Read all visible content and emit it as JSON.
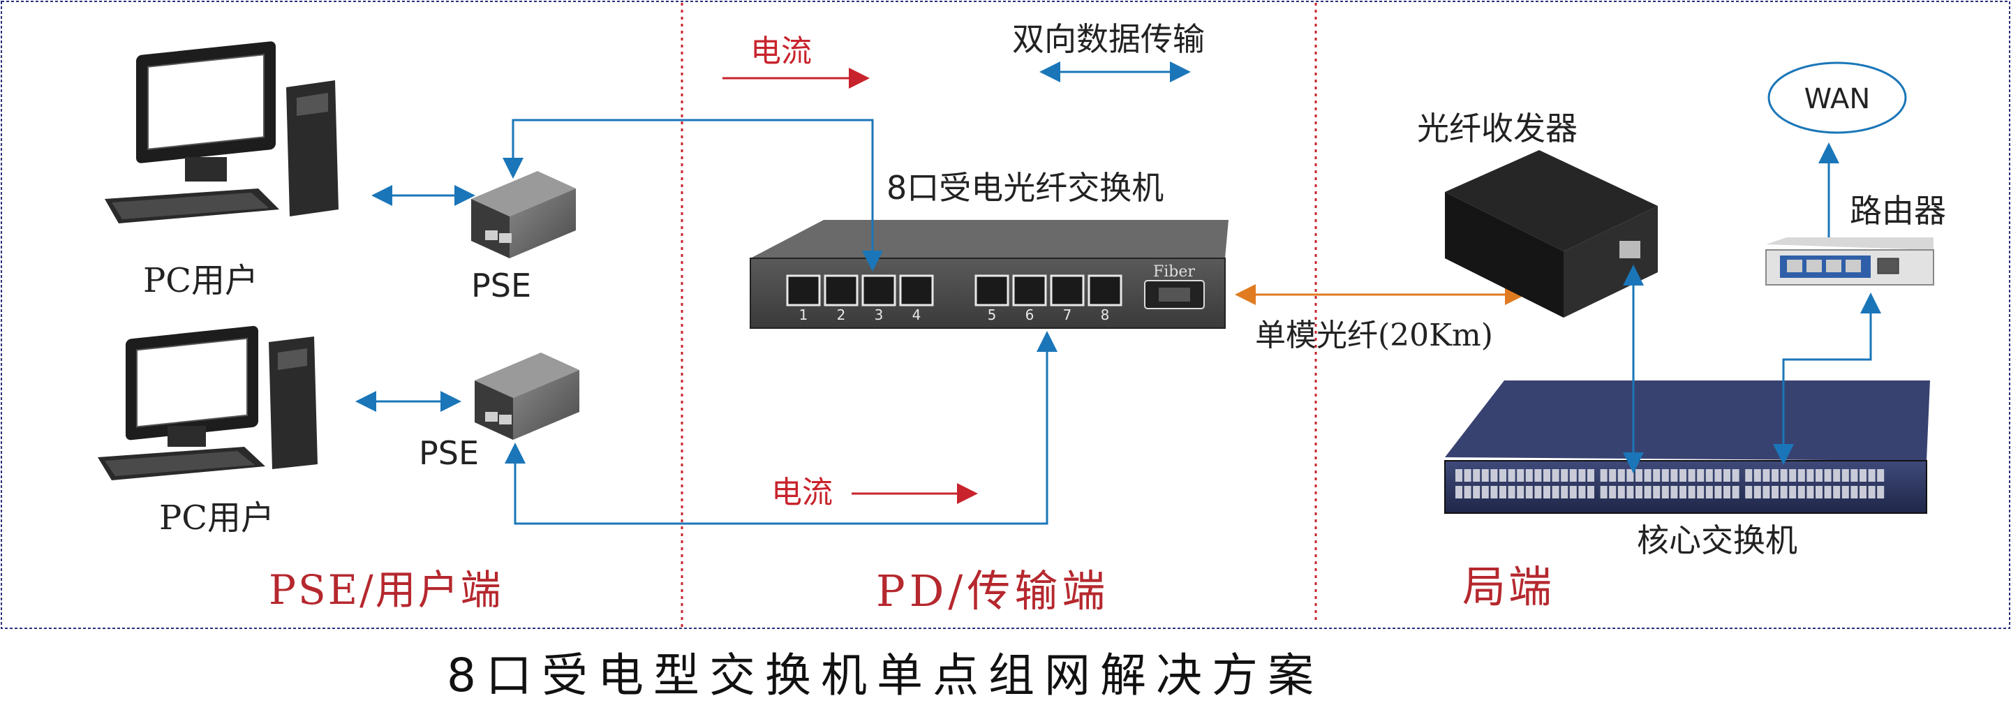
{
  "title": "8口受电型交换机单点组网解决方案",
  "zones": {
    "left": "PSE/用户端",
    "middle": "PD/传输端",
    "right": "局端"
  },
  "labels": {
    "pc_user_top": "PC用户",
    "pc_user_bottom": "PC用户",
    "pse_top": "PSE",
    "pse_bottom": "PSE",
    "current_top": "电流",
    "current_bottom": "电流",
    "bidirectional": "双向数据传输",
    "switch_name": "8口受电光纤交换机",
    "fiber_port": "Fiber",
    "single_mode": "单模光纤(20Km)",
    "transceiver": "光纤收发器",
    "wan": "WAN",
    "router": "路由器",
    "core_switch": "核心交换机"
  },
  "ports": [
    "1",
    "2",
    "3",
    "4",
    "5",
    "6",
    "7",
    "8"
  ],
  "colors": {
    "zone_label": "#b5282e",
    "current_arrow": "#c8232c",
    "data_arrow": "#1a76b8",
    "fiber_arrow": "#e07b22",
    "frame": "#2a2f7a",
    "divider": "#c8232c"
  }
}
